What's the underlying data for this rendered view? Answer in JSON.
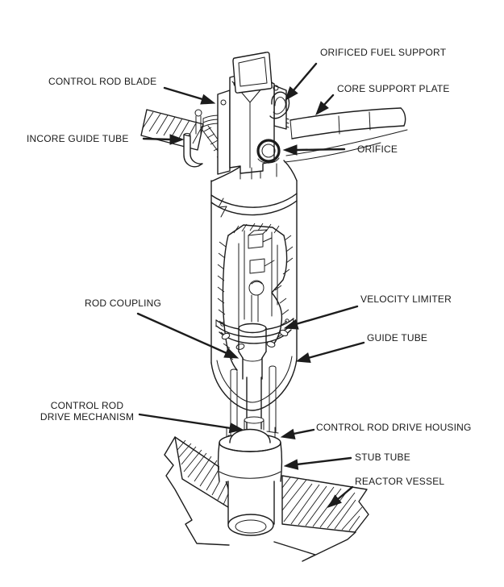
{
  "colors": {
    "ink": "#1c1c1c",
    "background": "#ffffff"
  },
  "callouts": {
    "orificed_fuel_support": {
      "text": "ORIFICED FUEL SUPPORT"
    },
    "control_rod_blade": {
      "text": "CONTROL ROD BLADE"
    },
    "core_support_plate": {
      "text": "CORE SUPPORT PLATE"
    },
    "incore_guide_tube": {
      "text": "INCORE GUIDE TUBE"
    },
    "orifice": {
      "text": "ORIFICE"
    },
    "rod_coupling": {
      "text": "ROD COUPLING"
    },
    "velocity_limiter": {
      "text": "VELOCITY LIMITER"
    },
    "guide_tube": {
      "text": "GUIDE TUBE"
    },
    "control_rod_drive_mechanism": {
      "text": "CONTROL ROD\nDRIVE MECHANISM"
    },
    "control_rod_drive_housing": {
      "text": "CONTROL ROD DRIVE HOUSING"
    },
    "stub_tube": {
      "text": "STUB TUBE"
    },
    "reactor_vessel": {
      "text": "REACTOR VESSEL"
    }
  }
}
